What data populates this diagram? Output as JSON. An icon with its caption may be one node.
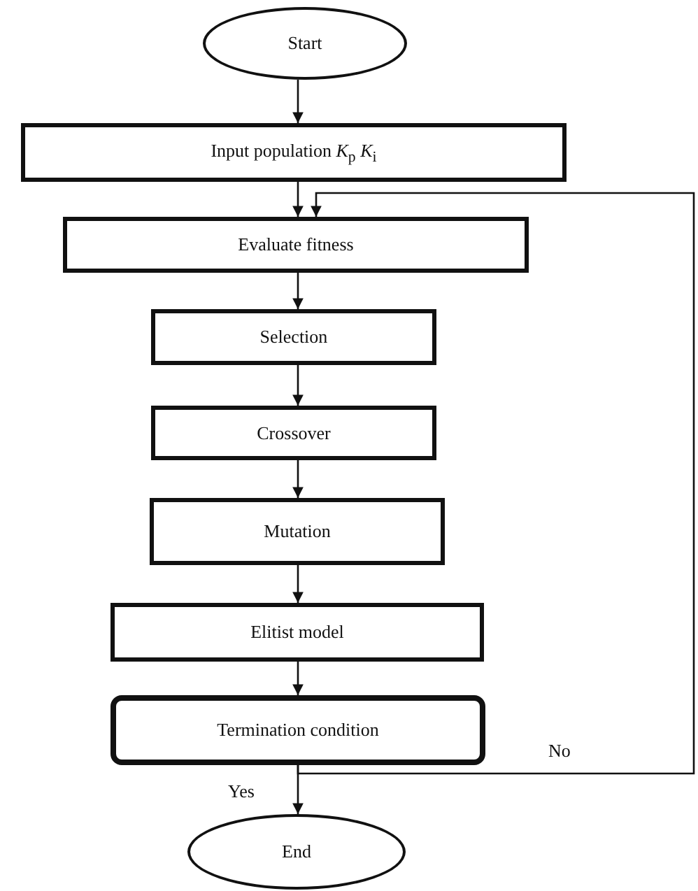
{
  "diagram": {
    "nodes": [
      {
        "text": [
          "Start"
        ]
      },
      {
        "text": [
          "Input population *K*$_{p}$ *K*$_{i}$"
        ]
      },
      {
        "text": [
          "Evaluate fitness"
        ]
      },
      {
        "text": [
          "Selection"
        ]
      },
      {
        "text": [
          "Crossover"
        ]
      },
      {
        "text": [
          "Mutation"
        ]
      },
      {
        "text": [
          "Elitist model"
        ]
      },
      {
        "text": [
          "Termination condition"
        ]
      },
      {
        "text": [
          "End"
        ]
      }
    ],
    "edges": [
      {
        "from": 0,
        "to": 1,
        "arrow": "to"
      },
      {
        "from": 1,
        "to": 2,
        "arrow": "to"
      },
      {
        "from": 2,
        "to": 3,
        "arrow": "to"
      },
      {
        "from": 3,
        "to": 4,
        "arrow": "to"
      },
      {
        "from": 4,
        "to": 5,
        "arrow": "to"
      },
      {
        "from": 5,
        "to": 6,
        "arrow": "to"
      },
      {
        "from": 6,
        "to": 7,
        "arrow": "to"
      },
      {
        "from": 7,
        "to": 8,
        "arrow": "to",
        "label": "Yes"
      },
      {
        "from": 7,
        "to": 2,
        "arrow": "to",
        "label": "No"
      }
    ]
  }
}
